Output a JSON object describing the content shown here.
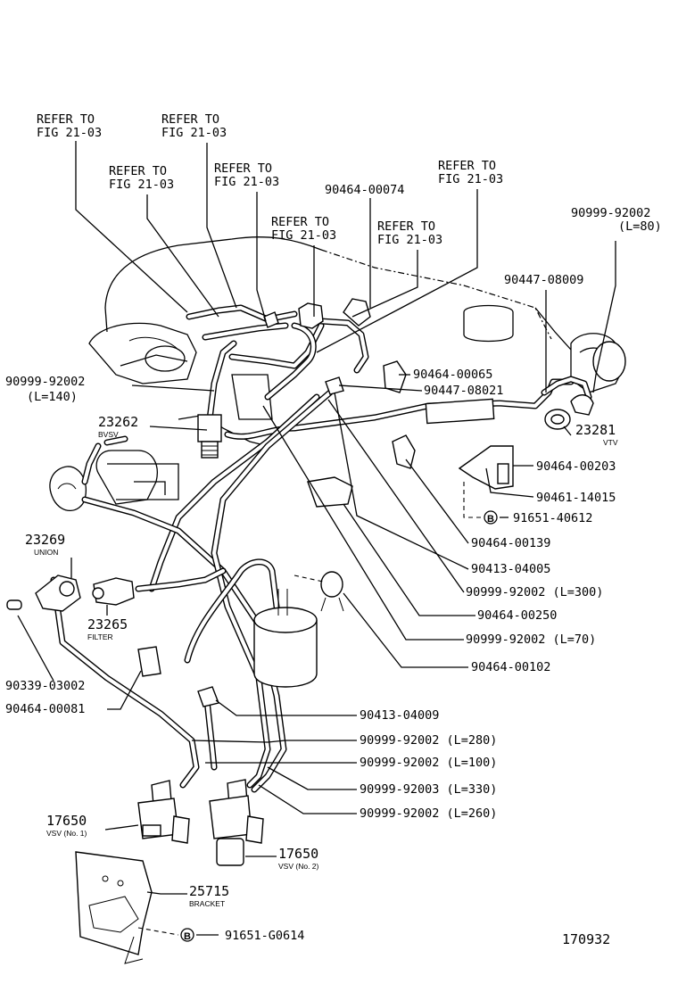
{
  "refer": [
    {
      "l1": "REFER TO",
      "l2": "FIG 21-03"
    },
    {
      "l1": "REFER TO",
      "l2": "FIG 21-03"
    },
    {
      "l1": "REFER TO",
      "l2": "FIG 21-03"
    },
    {
      "l1": "REFER TO",
      "l2": "FIG 21-03"
    },
    {
      "l1": "REFER TO",
      "l2": "FIG 21-03"
    },
    {
      "l1": "REFER TO",
      "l2": "FIG 21-03"
    },
    {
      "l1": "REFER TO",
      "l2": "FIG 21-03"
    }
  ],
  "callouts": {
    "p90464_00074": "90464-00074",
    "p90999_92002_top": "90999-92002",
    "p90999_92002_top_len": "(L=80)",
    "p90447_08009": "90447-08009",
    "p90999_92002_left": "90999-92002",
    "p90999_92002_left_len": "(L=140)",
    "p90464_00065": "90464-00065",
    "p90447_08021": "90447-08021",
    "p23262": "23262",
    "p23262_name": "BVSV",
    "p23281": "23281",
    "p23281_name": "VTV",
    "p90464_00203": "90464-00203",
    "p90461_14015": "90461-14015",
    "p91651_40612": "91651-40612",
    "p23269": "23269",
    "p23269_name": "UNION",
    "p90464_00139": "90464-00139",
    "p90413_04005": "90413-04005",
    "p90999_92002_300": "90999-92002 (L=300)",
    "p23265": "23265",
    "p23265_name": "FILTER",
    "p90464_00250": "90464-00250",
    "p90999_92002_70": "90999-92002 (L=70)",
    "p90464_00102": "90464-00102",
    "p90339_03002": "90339-03002",
    "p90464_00081": "90464-00081",
    "p90413_04009": "90413-04009",
    "p90999_92002_280": "90999-92002 (L=280)",
    "p90999_92002_100": "90999-92002 (L=100)",
    "p90999_92003_330": "90999-92003 (L=330)",
    "p90999_92002_260": "90999-92002 (L=260)",
    "p17650_a": "17650",
    "p17650_a_name": "VSV (No. 1)",
    "p17650_b": "17650",
    "p17650_b_name": "VSV (No. 2)",
    "p25715": "25715",
    "p25715_name": "BRACKET",
    "p91651_G0614": "91651-G0614",
    "circle_b": "B"
  },
  "figure_number": "170932"
}
